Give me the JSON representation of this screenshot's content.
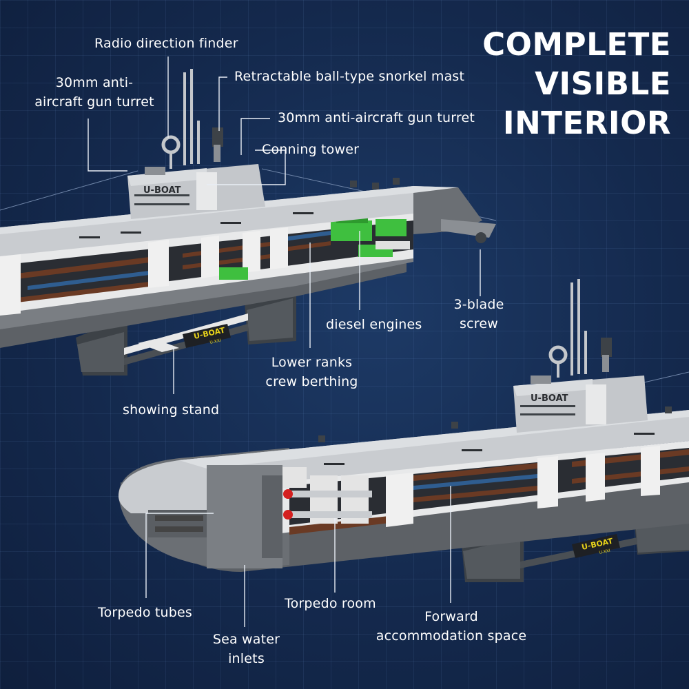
{
  "headline": {
    "line1": "COMPLETE",
    "line2": "VISIBLE",
    "line3": "INTERIOR"
  },
  "labels": {
    "radio_direction_finder": "Radio direction finder",
    "aa_gun_turret_left_line1": "30mm anti-",
    "aa_gun_turret_left_line2": "aircraft gun turret",
    "snorkel_mast": "Retractable ball-type snorkel mast",
    "aa_gun_turret_right": "30mm anti-aircraft gun turret",
    "conning_tower": "Conning tower",
    "three_blade_screw_line1": "3-blade",
    "three_blade_screw_line2": "screw",
    "diesel_engines": "diesel engines",
    "lower_ranks_line1": "Lower ranks",
    "lower_ranks_line2": "crew berthing",
    "showing_stand": "showing stand",
    "torpedo_tubes": "Torpedo tubes",
    "torpedo_room": "Torpedo room",
    "forward_accommodation_line1": "Forward",
    "forward_accommodation_line2": "accommodation space",
    "sea_water_inlets_line1": "Sea water",
    "sea_water_inlets_line2": "inlets"
  },
  "model_markings": {
    "hull_badge_top": "U-BOAT",
    "hull_badge_bottom": "U-BOAT",
    "plaque_top_line1": "U-BOAT",
    "plaque_top_line2": "U-XXI",
    "plaque_bottom_line1": "U-BOAT",
    "plaque_bottom_line2": "U-XXI"
  },
  "colors": {
    "background": "#14294d",
    "hull_light": "#c9ccd0",
    "hull_dark": "#6b6f74",
    "interior_wood": "#6a3a24",
    "engine_green": "#3fbf3f",
    "torpedo_red": "#d42020",
    "plaque_yellow": "#e8d21a",
    "text": "#ffffff"
  }
}
